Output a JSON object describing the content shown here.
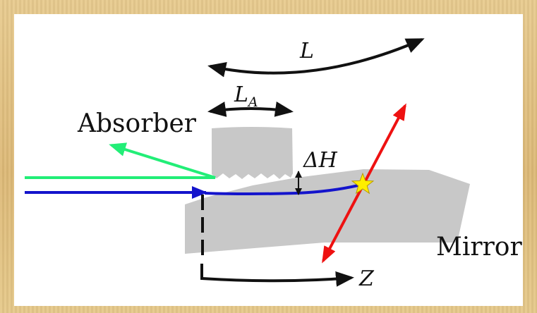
{
  "labels": {
    "L": "L",
    "L_A_main": "L",
    "L_A_sub": "A",
    "absorber": "Absorber",
    "delta_h": "ΔH",
    "mirror": "Mirror",
    "z": "Z"
  },
  "colors": {
    "frame": "#e3c488",
    "background": "#ffffff",
    "component_fill": "#c8c8c8",
    "arrow_black": "#111111",
    "beam_green": "#22ee77",
    "beam_blue": "#1414cc",
    "beam_red": "#ee1111",
    "marker_yellow": "#ffee00"
  },
  "icons": {
    "marker": "star-icon"
  }
}
